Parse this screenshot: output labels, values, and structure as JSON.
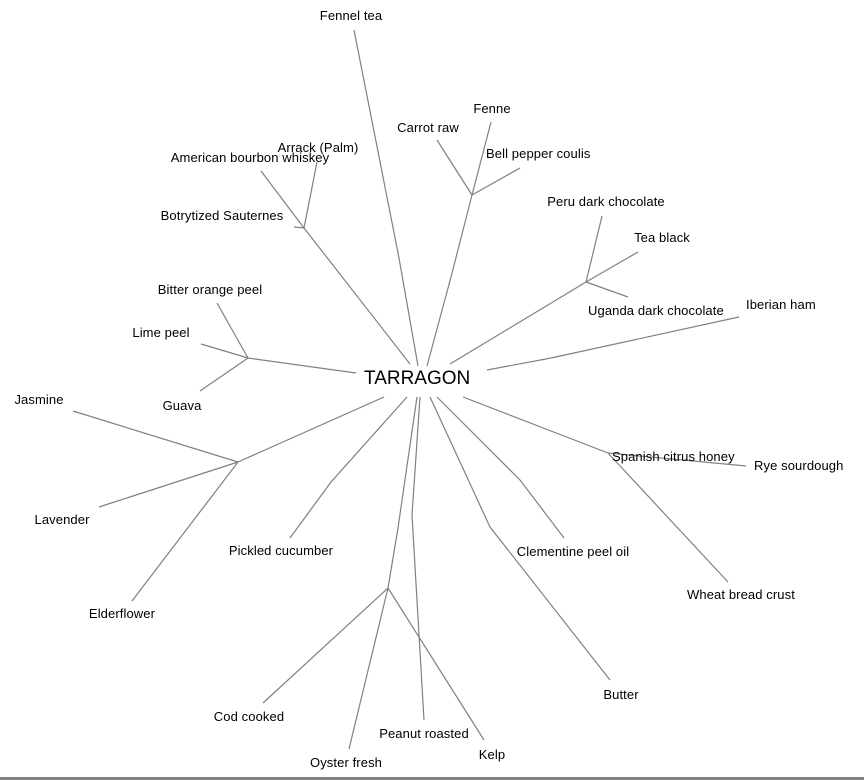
{
  "diagram": {
    "type": "radial-tree",
    "root": {
      "id": "root",
      "label": "TARRAGON"
    },
    "colors": {
      "edge": "#808080",
      "text": "#000000",
      "background": "#ffffff"
    },
    "nodes": [
      {
        "id": "fennel_tea",
        "label": "Fennel tea",
        "parent": "root"
      },
      {
        "id": "g_carrot",
        "label": "",
        "parent": "root"
      },
      {
        "id": "carrot_raw",
        "label": "Carrot raw",
        "parent": "g_carrot"
      },
      {
        "id": "fenne",
        "label": "Fenne",
        "parent": "g_carrot"
      },
      {
        "id": "bell_pepper",
        "label": "Bell pepper coulis",
        "parent": "g_carrot"
      },
      {
        "id": "g_choc",
        "label": "",
        "parent": "root"
      },
      {
        "id": "peru_choc",
        "label": "Peru dark chocolate",
        "parent": "g_choc"
      },
      {
        "id": "tea_black",
        "label": "Tea black",
        "parent": "g_choc"
      },
      {
        "id": "uganda_choc",
        "label": "Uganda dark chocolate",
        "parent": "g_choc"
      },
      {
        "id": "iberian_ham",
        "label": "Iberian ham",
        "parent": "root"
      },
      {
        "id": "g_sauternes",
        "label": "",
        "parent": "root"
      },
      {
        "id": "american_bourbon",
        "label": "American bourbon whiskey",
        "parent": "g_sauternes"
      },
      {
        "id": "arrack",
        "label": "Arrack (Palm)",
        "parent": "g_sauternes"
      },
      {
        "id": "botrytized",
        "label": "Botrytized Sauternes",
        "parent": "g_sauternes"
      },
      {
        "id": "g_citrus",
        "label": "",
        "parent": "root"
      },
      {
        "id": "bitter_orange",
        "label": "Bitter orange peel",
        "parent": "g_citrus"
      },
      {
        "id": "lime_peel",
        "label": "Lime peel",
        "parent": "g_citrus"
      },
      {
        "id": "guava",
        "label": "Guava",
        "parent": "g_citrus"
      },
      {
        "id": "g_floral",
        "label": "",
        "parent": "root"
      },
      {
        "id": "jasmine",
        "label": "Jasmine",
        "parent": "g_floral"
      },
      {
        "id": "lavender",
        "label": "Lavender",
        "parent": "g_floral"
      },
      {
        "id": "elderflower",
        "label": "Elderflower",
        "parent": "g_floral"
      },
      {
        "id": "pickled_cucumber",
        "label": "Pickled cucumber",
        "parent": "root"
      },
      {
        "id": "g_sea",
        "label": "",
        "parent": "root"
      },
      {
        "id": "cod_cooked",
        "label": "Cod cooked",
        "parent": "g_sea"
      },
      {
        "id": "oyster_fresh",
        "label": "Oyster fresh",
        "parent": "g_sea"
      },
      {
        "id": "kelp",
        "label": "Kelp",
        "parent": "g_sea"
      },
      {
        "id": "peanut_roasted",
        "label": "Peanut roasted",
        "parent": "root"
      },
      {
        "id": "butter",
        "label": "Butter",
        "parent": "root"
      },
      {
        "id": "clementine",
        "label": "Clementine peel oil",
        "parent": "root"
      },
      {
        "id": "g_honey",
        "label": "Spanish citrus honey",
        "parent": "root"
      },
      {
        "id": "rye_sourdough",
        "label": "Rye sourdough",
        "parent": "g_honey"
      },
      {
        "id": "wheat_crust",
        "label": "Wheat bread crust",
        "parent": "g_honey"
      }
    ]
  }
}
